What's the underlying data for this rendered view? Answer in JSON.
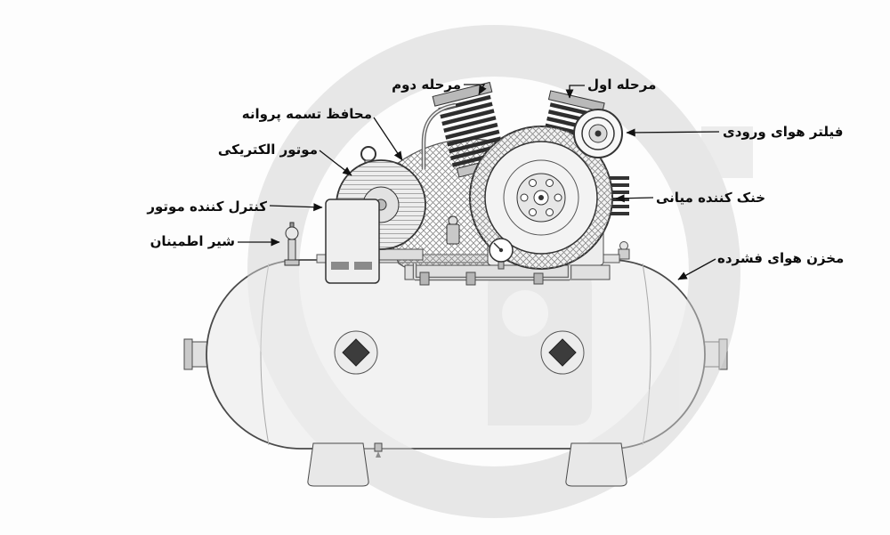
{
  "diagram": {
    "labels": {
      "stage_two": "مرحله دوم",
      "stage_one": "مرحله اول",
      "belt_guard": "محافظ تسمه پروانه",
      "electric_motor": "موتور الکتریکی",
      "inlet_air_filter": "فیلتر هوای ورودی",
      "motor_controller": "کنترل کننده موتور",
      "intercooler": "خنک کننده میانی",
      "safety_valve": "شیر اطمینان",
      "air_tank": "مخزن هوای فشرده"
    },
    "colors": {
      "background": "#fdfdfd",
      "outline": "#3f3f3f",
      "fins": "#2e2e2e",
      "fill_light": "#f2f2f2",
      "fill_mid": "#e3e3e3",
      "watermark": "#ececec",
      "label_text": "#0c0c0c"
    }
  }
}
